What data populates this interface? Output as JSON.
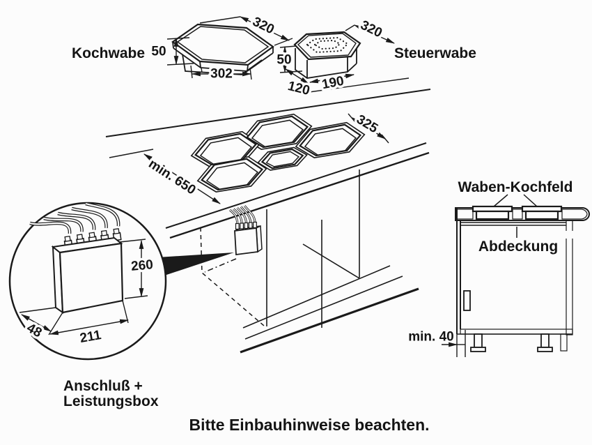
{
  "labels": {
    "kochwabe": "Kochwabe",
    "steuerwabe": "Steuerwabe",
    "anschluss_line1": "Anschluß +",
    "anschluss_line2": "Leistungsbox",
    "waben_kochfeld": "Waben-Kochfeld",
    "abdeckung": "Abdeckung"
  },
  "dims": {
    "kochwabe_top": "320",
    "kochwabe_height": "50",
    "kochwabe_base": "302",
    "steuerwabe_top": "320",
    "steuerwabe_height": "50",
    "steuerwabe_depth": "120",
    "steuerwabe_width": "190",
    "cutout_depth": "325",
    "worktop_min": "min. 650",
    "box_height": "260",
    "box_depth": "48",
    "box_width": "211",
    "floor_gap": "min. 40"
  },
  "footer": "Bitte Einbauhinweise beachten.",
  "colors": {
    "ink": "#1a1a1a",
    "paper": "#fcfcfc"
  }
}
